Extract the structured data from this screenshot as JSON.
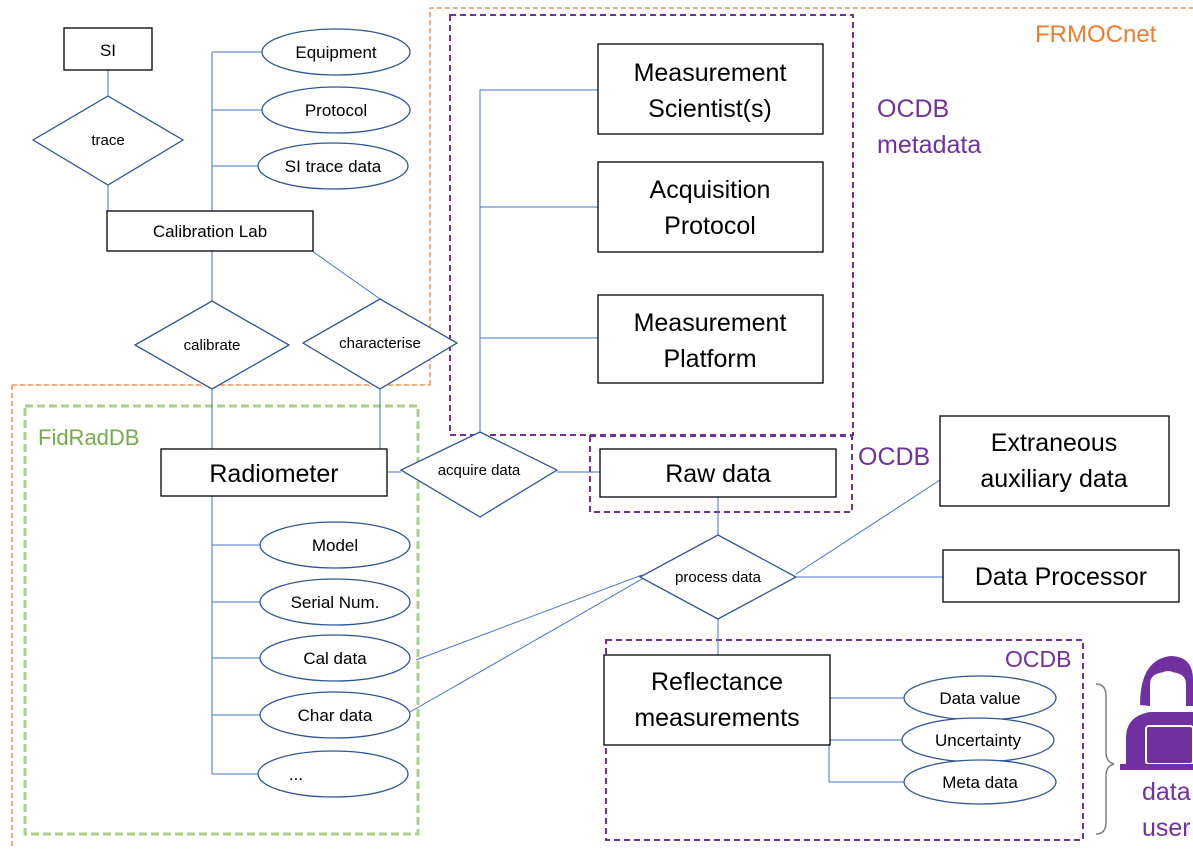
{
  "groups": {
    "frmocnet": {
      "label": "FRMOCnet",
      "color": "#ed7d31"
    },
    "ocdb_metadata": {
      "label_line1": "OCDB",
      "label_line2": "metadata",
      "color": "#7030a0"
    },
    "ocdb_raw": {
      "label": "OCDB",
      "color": "#7030a0"
    },
    "ocdb_reflectance": {
      "label": "OCDB",
      "color": "#7030a0"
    },
    "fidraddb": {
      "label": "FidRadDB",
      "color": "#70ad47"
    }
  },
  "entities": {
    "si": "SI",
    "calibration_lab": "Calibration Lab",
    "measurement_scientists": {
      "line1": "Measurement",
      "line2": "Scientist(s)"
    },
    "acquisition_protocol": {
      "line1": "Acquisition",
      "line2": "Protocol"
    },
    "measurement_platform": {
      "line1": "Measurement",
      "line2": "Platform"
    },
    "radiometer": "Radiometer",
    "raw_data": "Raw data",
    "extraneous_auxiliary_data": {
      "line1": "Extraneous",
      "line2": "auxiliary data"
    },
    "data_processor": "Data Processor",
    "reflectance_measurements": {
      "line1": "Reflectance",
      "line2": "measurements"
    }
  },
  "relationships": {
    "trace": "trace",
    "calibrate": "calibrate",
    "characterise": "characterise",
    "acquire_data": "acquire data",
    "process_data": "process data"
  },
  "attributes": {
    "equipment": "Equipment",
    "protocol": "Protocol",
    "si_trace_data": "SI trace data",
    "model": "Model",
    "serial_num": "Serial Num.",
    "cal_data": "Cal data",
    "char_data": "Char data",
    "ellipsis": "...",
    "data_value": "Data value",
    "uncertainty": "Uncertainty",
    "meta_data": "Meta data"
  },
  "data_user": {
    "line1": "data",
    "line2": "user",
    "icon": "person-at-laptop-icon",
    "color": "#7030a0"
  },
  "colors": {
    "connector": "#4472c4",
    "ellipse_stroke": "#2f5597",
    "box_stroke": "#000000"
  }
}
